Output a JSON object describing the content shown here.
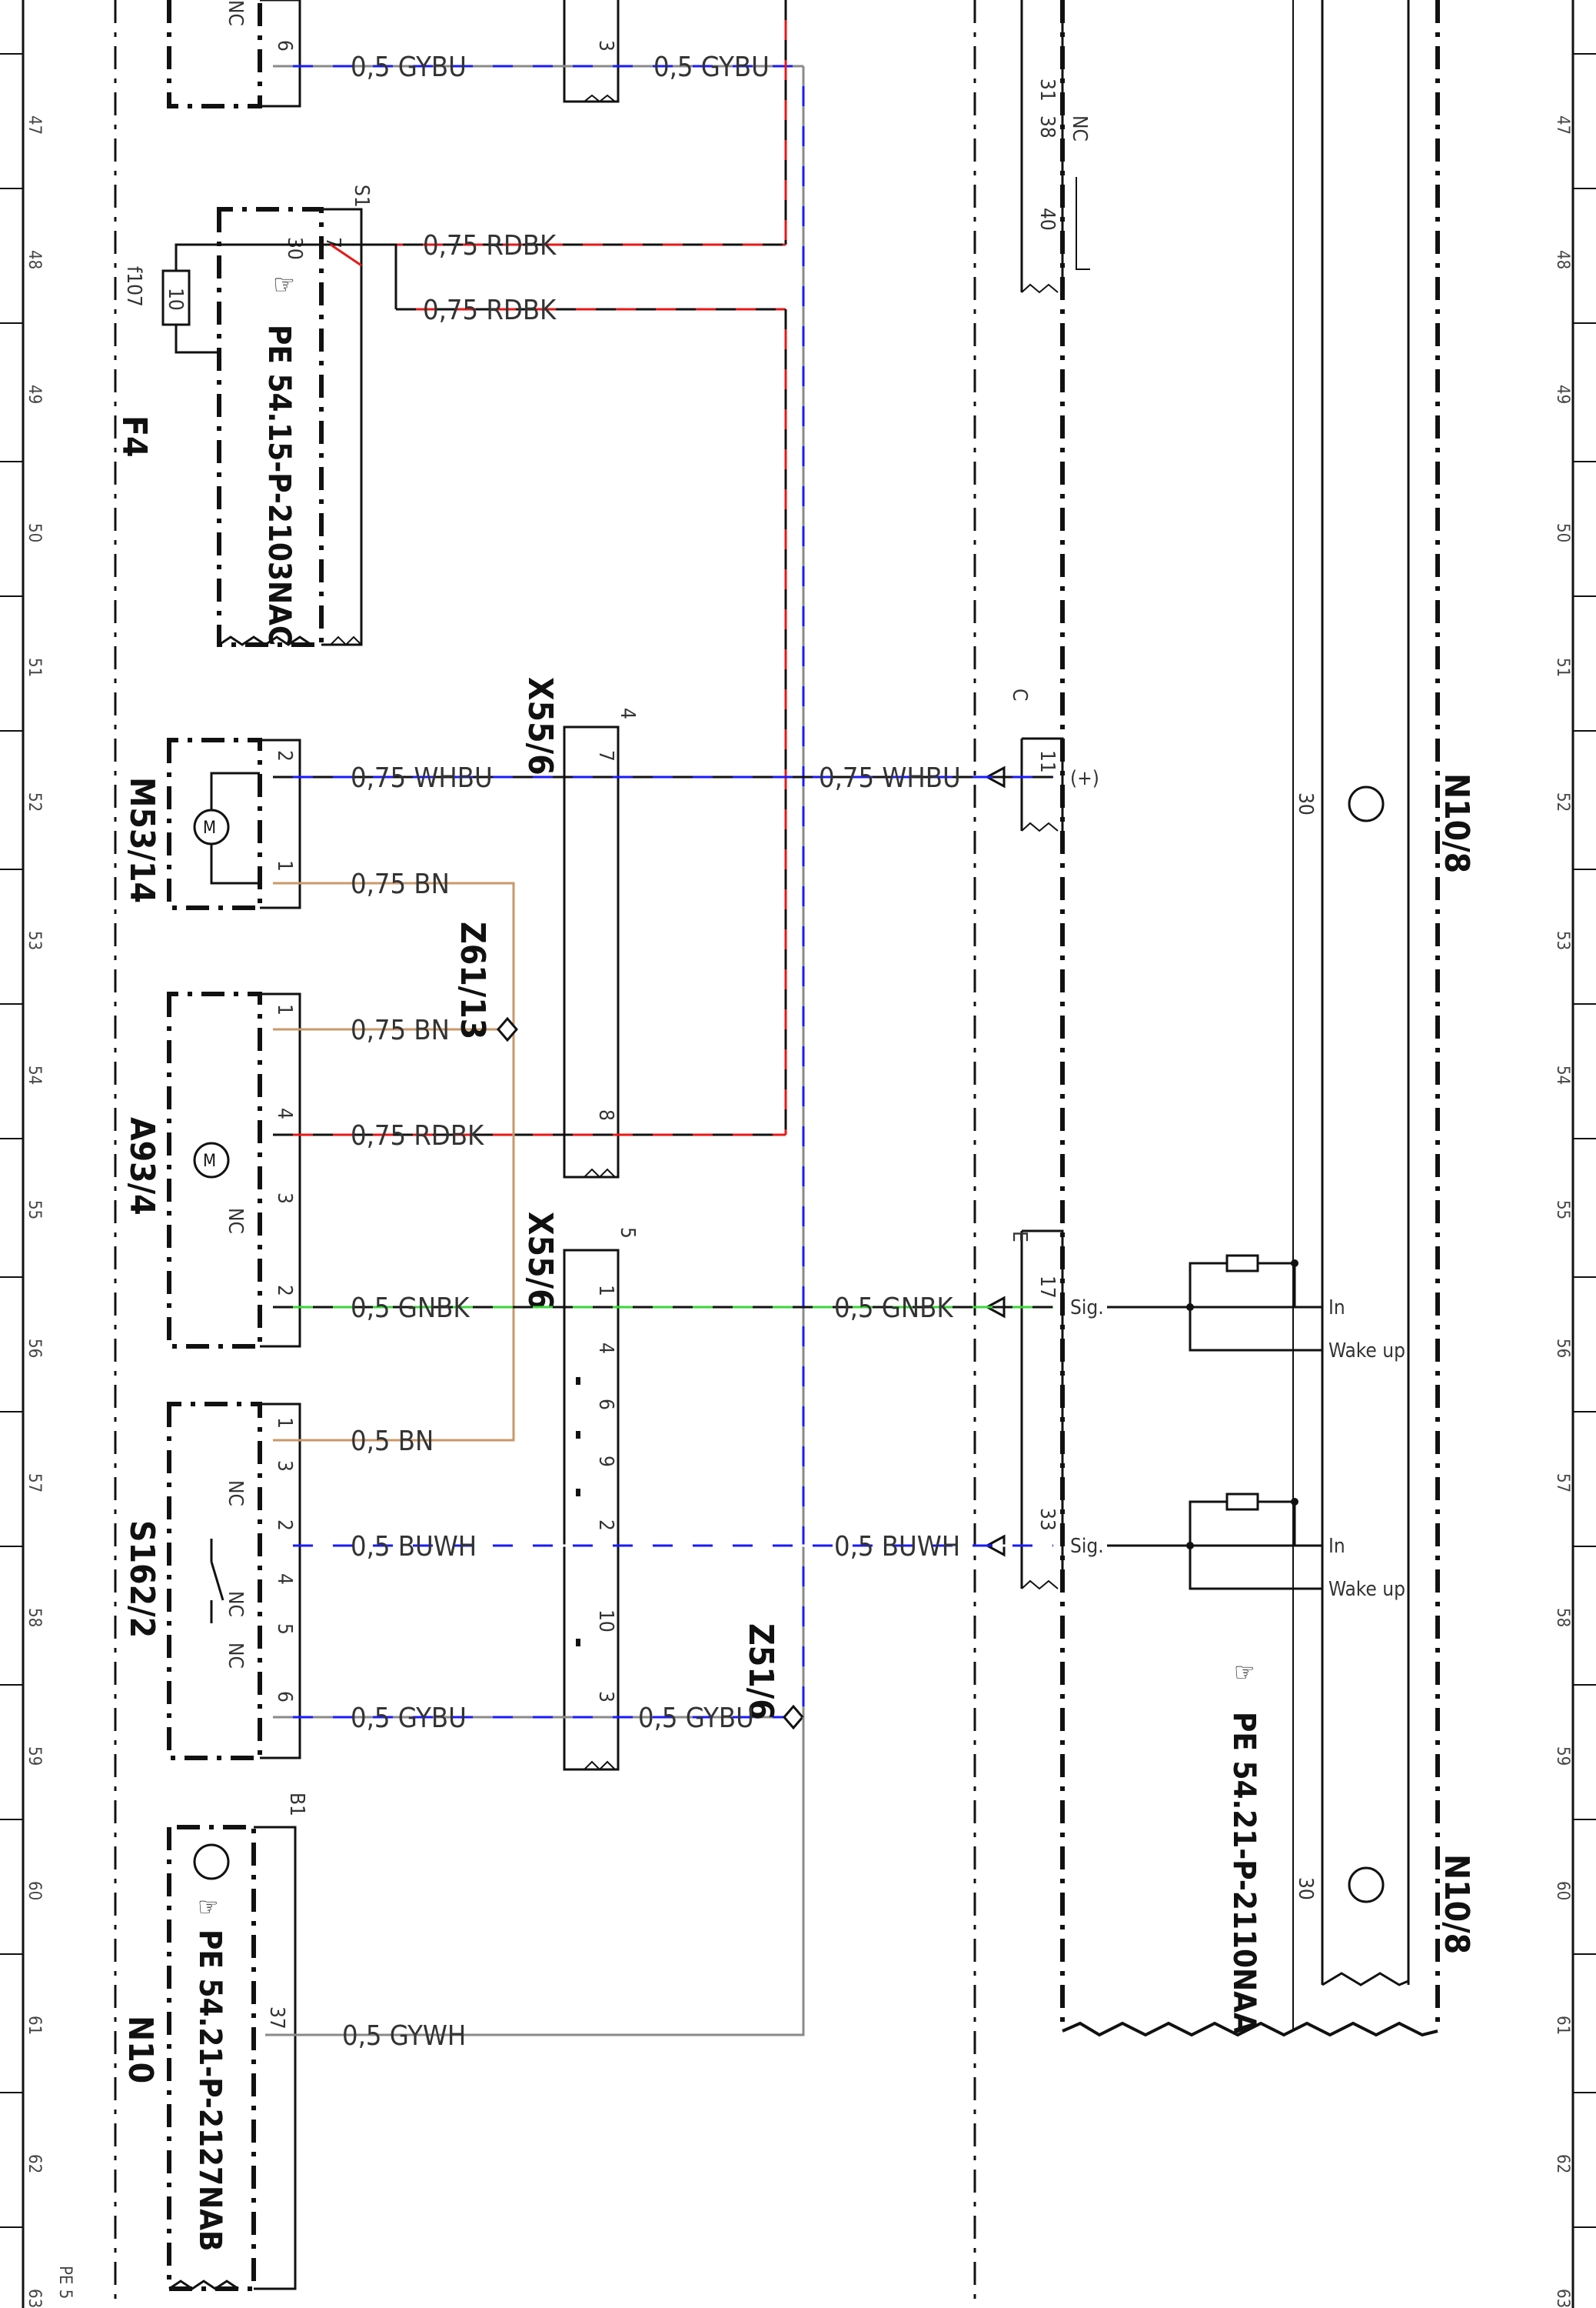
{
  "ruler": {
    "numbers": [
      "47",
      "48",
      "49",
      "50",
      "51",
      "52",
      "53",
      "54",
      "55",
      "56",
      "57",
      "58",
      "59",
      "60",
      "61",
      "62",
      "63"
    ],
    "page_ref": "PE 5"
  },
  "components": {
    "f4": {
      "ref": "F4",
      "fuse": "f107",
      "fuse_value": "10",
      "doc": "PE 54.15-P-2103NAC",
      "connector": "S1",
      "pin_a": "30",
      "pin_b": "7"
    },
    "m53_14": {
      "ref": "M53/14",
      "pin_a": "2",
      "pin_b": "1"
    },
    "a93_4": {
      "ref": "A93/4",
      "pins": [
        "1",
        "4",
        "3",
        "2"
      ],
      "nc": "NC"
    },
    "s162_2": {
      "ref": "S162/2",
      "pins": [
        "1",
        "3",
        "2",
        "4",
        "5",
        "6"
      ],
      "nc": "NC"
    },
    "n10": {
      "ref": "N10",
      "doc": "PE 54.21-P-2127NAB",
      "connector": "B1",
      "pin": "37"
    },
    "n10_8": {
      "ref": "N10/8",
      "doc": "PE 54.21-P-2110NAA",
      "line_label": "30",
      "in_label": "In",
      "wake_label": "Wake up",
      "sig_label": "Sig.",
      "plus_label": "(+)",
      "nc_label": "NC"
    },
    "x55_6_a": {
      "ref": "X55/6",
      "connector": "4",
      "pins": [
        "7",
        "8"
      ]
    },
    "x55_6_b": {
      "ref": "X55/6",
      "connector": "5",
      "pins": [
        "1",
        "4",
        "6",
        "9",
        "2",
        "10",
        "3"
      ]
    },
    "top_block": {
      "pin": "6",
      "pin_top": "3",
      "nc": "NC"
    },
    "z61_13": {
      "ref": "Z61/13"
    },
    "z51_6": {
      "ref": "Z51/6"
    },
    "n10_8_connectors": {
      "c": "C",
      "c_pin": "11",
      "e": "E",
      "e_pins": [
        "17",
        "33"
      ],
      "top_pins": [
        "31",
        "38",
        "40"
      ]
    }
  },
  "wires": {
    "gybu_top_1": "0,5 GYBU",
    "gybu_top_2": "0,5 GYBU",
    "rdbk_1": "0,75 RDBK",
    "rdbk_2": "0,75 RDBK",
    "whbu_1": "0,75 WHBU",
    "whbu_2": "0,75 WHBU",
    "bn_1": "0,75 BN",
    "bn_2": "0,75 BN",
    "rdbk_3": "0,75 RDBK",
    "gnbk_1": "0,5 GNBK",
    "gnbk_2": "0,5 GNBK",
    "bn_3": "0,5 BN",
    "buwh_1": "0,5 BUWH",
    "buwh_2": "0,5 BUWH",
    "gybu_1": "0,5 GYBU",
    "gybu_2": "0,5 GYBU",
    "gywh": "0,5 GYWH"
  },
  "colors": {
    "blue": "#1a1aff",
    "gray": "#8a8a8a",
    "red": "#e81818",
    "green": "#3ad63a",
    "brown": "#c9996a",
    "white": "#ffffff"
  }
}
